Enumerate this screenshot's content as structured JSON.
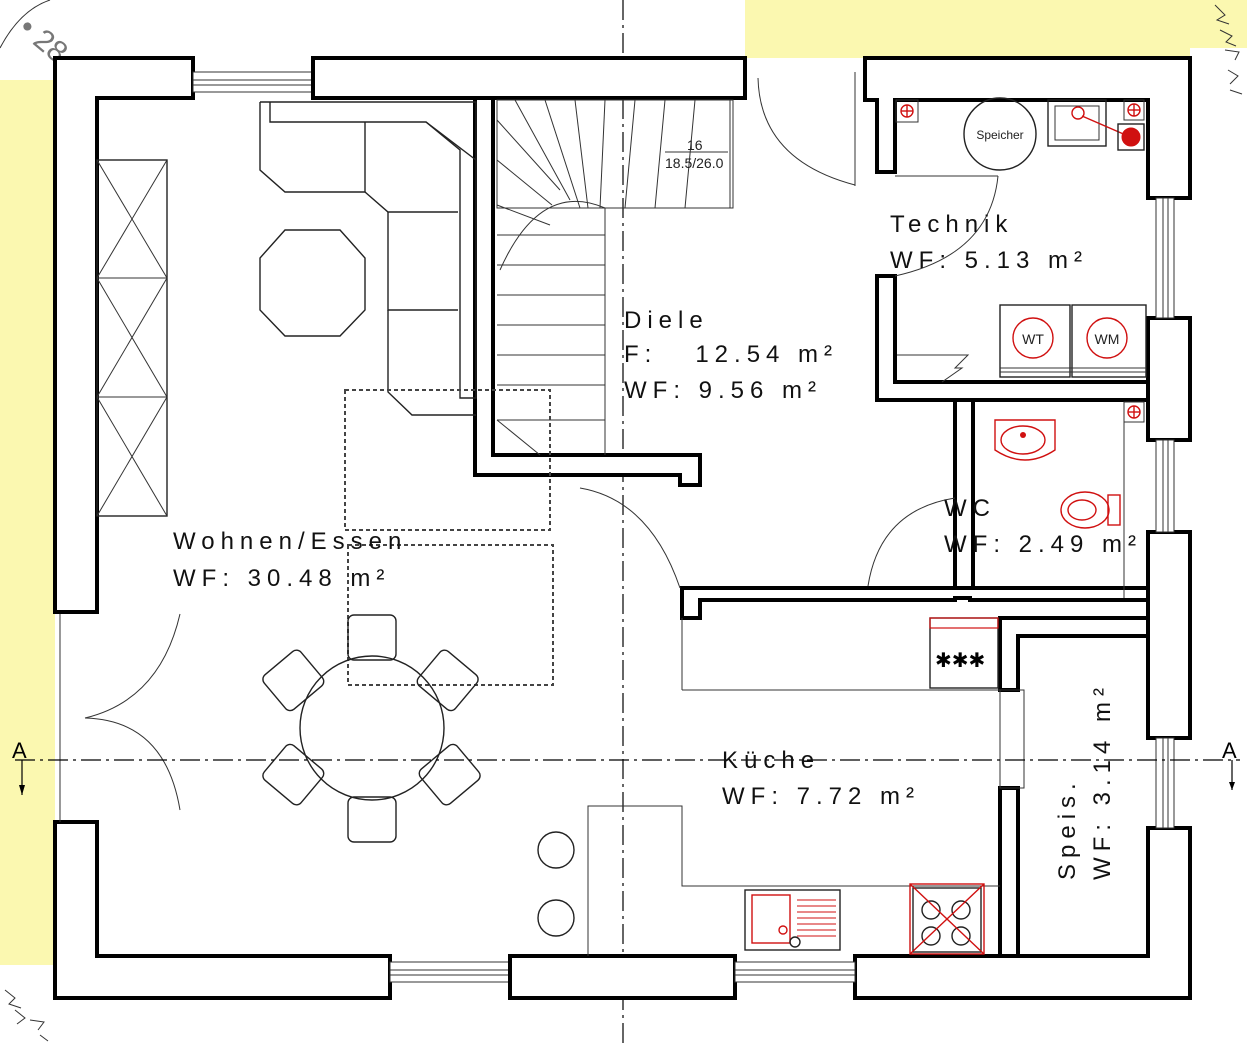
{
  "plan": {
    "rooms": {
      "wohnen": {
        "name": "Wohnen/Essen",
        "area": "WF: 30.48 m²"
      },
      "diele": {
        "name": "Diele",
        "floor_area": "F:   12.54 m²",
        "area": "WF: 9.56 m²"
      },
      "technik": {
        "name": "Technik",
        "area": "WF: 5.13 m²"
      },
      "wc": {
        "name": "WC",
        "area": "WF: 2.49 m²"
      },
      "kueche": {
        "name": "Küche",
        "area": "WF: 7.72 m²"
      },
      "speis": {
        "name": "Speis.",
        "area": "WF: 3.14 m²"
      }
    },
    "stair": {
      "steps": "16",
      "ratio": "18.5/26.0"
    },
    "appliances": {
      "storage": "Speicher",
      "dryer": "WT",
      "washer": "WM"
    },
    "section_marks": {
      "left": "A",
      "right": "A"
    },
    "corner_text": "• 28",
    "colors": {
      "site_yellow": "#fbf8b0",
      "fixture_red": "#d01010",
      "wall": "#000000"
    }
  }
}
